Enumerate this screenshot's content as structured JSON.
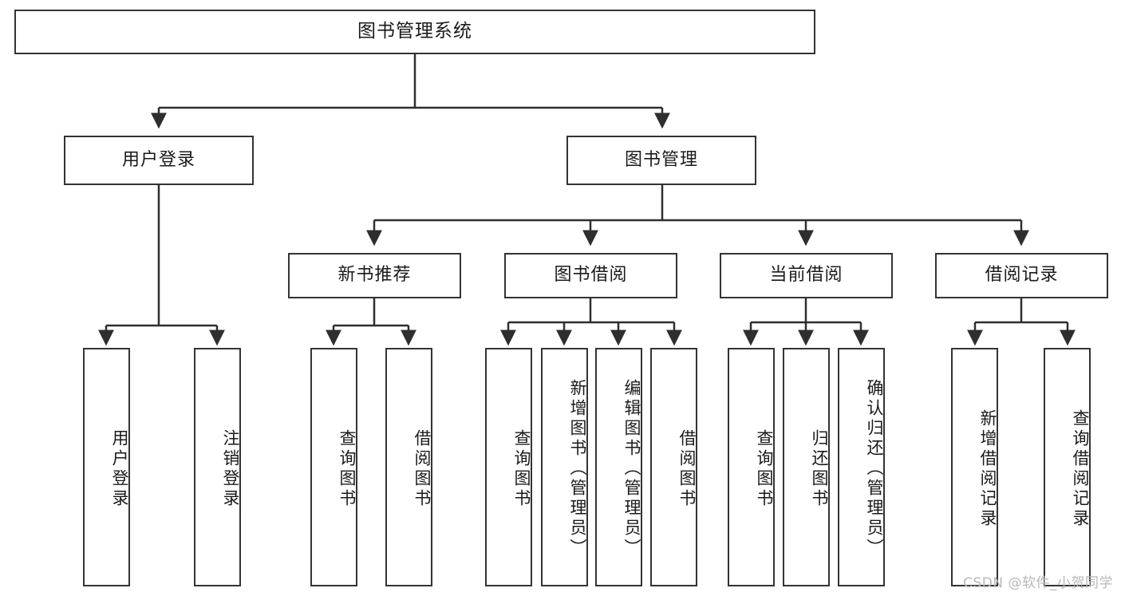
{
  "diagram": {
    "title": "图书管理系统",
    "watermark": "CSDN @软件_小贺同学",
    "colors": {
      "box_border": "#333333",
      "box_fill": "#ffffff",
      "connector": "#2e2e2e",
      "text": "#1a1a1a",
      "watermark": "#b8b8b8",
      "background": "#ffffff"
    },
    "nodes": {
      "root": {
        "label": "图书管理系统"
      },
      "level2": [
        {
          "label": "用户登录"
        },
        {
          "label": "图书管理"
        }
      ],
      "level3": [
        {
          "label": "新书推荐"
        },
        {
          "label": "图书借阅"
        },
        {
          "label": "当前借阅"
        },
        {
          "label": "借阅记录"
        }
      ],
      "leaves": {
        "user_login": [
          {
            "label": "用户登录"
          },
          {
            "label": "注销登录"
          }
        ],
        "new_book_rec": [
          {
            "label": "查询图书"
          },
          {
            "label": "借阅图书"
          }
        ],
        "book_borrow": [
          {
            "label": "查询图书"
          },
          {
            "label": "新增图书（管理员）"
          },
          {
            "label": "编辑图书（管理员）"
          },
          {
            "label": "借阅图书"
          }
        ],
        "current_borrow": [
          {
            "label": "查询图书"
          },
          {
            "label": "归还图书"
          },
          {
            "label": "确认归还（管理员）"
          }
        ],
        "borrow_record": [
          {
            "label": "新增借阅记录"
          },
          {
            "label": "查询借阅记录"
          }
        ]
      }
    }
  }
}
